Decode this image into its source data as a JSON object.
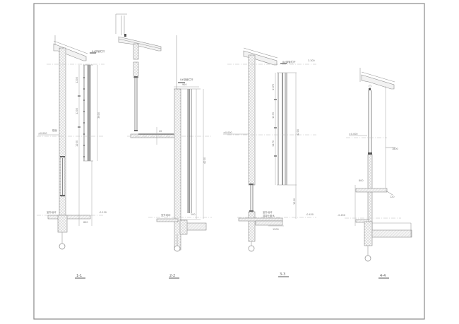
{
  "drawing": {
    "type": "wall-section-details",
    "frame_color": "#8a8a8a",
    "line_color": "#9a9a9a"
  },
  "sections": [
    {
      "id": "s1",
      "title": "1-1",
      "labels": {
        "canopy_note": "8#钢管栏杆",
        "dim_top": "1200",
        "dim_mid": "1200",
        "dim_low": "1200",
        "dim_total": "3600",
        "elev_mid": "±0.000",
        "elev_mid_note": "楼面",
        "base_note": "室外地坪",
        "base_elev": "-0.150",
        "dim_base": "600"
      }
    },
    {
      "id": "s2",
      "title": "2-2",
      "labels": {
        "canopy_note": "8#钢管栏杆",
        "dim_top_width": "900",
        "dim_slab": "20",
        "dim_total": "4200",
        "base_note": "室外地坪",
        "dim_base": "200"
      }
    },
    {
      "id": "s3",
      "title": "3-3",
      "labels": {
        "canopy_note": "8#钢管栏杆",
        "top_elev": "3.300",
        "dim_top": "1170",
        "dim_mid": "1170",
        "dim_low": "1170",
        "dim_total": "4200",
        "elev_mid": "±0.000",
        "dim_base": "1200",
        "base_note": "室外地坪",
        "base_note2": "混凝土散水",
        "base_elev": "-0.450",
        "dim_bottom": "1200"
      }
    },
    {
      "id": "s4",
      "title": "4-4",
      "labels": {
        "elev_mid": "±0.000",
        "dim_right": "1800",
        "dim_low": "800",
        "dim_slab": "120",
        "base_elev": "-0.450"
      }
    }
  ]
}
